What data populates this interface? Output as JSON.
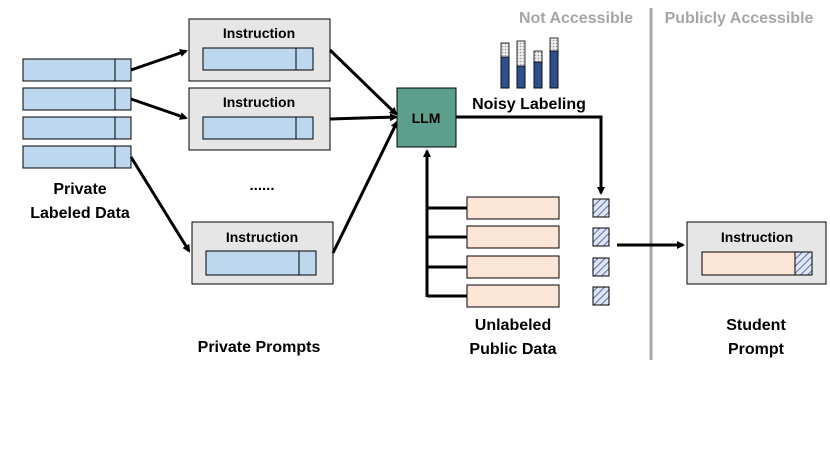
{
  "header": {
    "not_accessible": "Not Accessible",
    "publicly_accessible": "Publicly Accessible"
  },
  "labels": {
    "private_labeled_data_line1": "Private",
    "private_labeled_data_line2": "Labeled Data",
    "private_prompts": "Private Prompts",
    "ellipsis": "......",
    "llm": "LLM",
    "noisy_labeling": "Noisy Labeling",
    "unlabeled_public_data_line1": "Unlabeled",
    "unlabeled_public_data_line2": "Public Data",
    "student_prompt_line1": "Student",
    "student_prompt_line2": "Prompt"
  },
  "prompts": [
    {
      "title": "Instruction"
    },
    {
      "title": "Instruction"
    },
    {
      "title": "Instruction"
    }
  ],
  "student_prompt": {
    "title": "Instruction"
  },
  "colors": {
    "private_fill": "#bdd7ee",
    "public_fill": "#fbe5d6",
    "llm_fill": "#5b9f8c",
    "prompt_box_fill": "#e6e6e6",
    "bar_fill": "#2f4f8f",
    "divider": "#a6a6a6",
    "header_text": "#a6a6a6"
  }
}
